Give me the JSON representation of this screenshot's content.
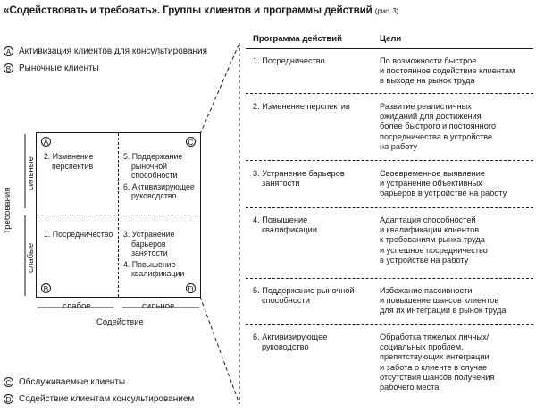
{
  "title": {
    "main": "«Содействовать и требовать». Группы клиентов и программы действий",
    "ref": "(рис. 3)"
  },
  "legend": [
    {
      "letter": "A",
      "text": "Активизация клиентов для консультирования"
    },
    {
      "letter": "B",
      "text": "Рыночные клиенты"
    },
    {
      "letter": "C",
      "text": "Обслуживаемые клиенты"
    },
    {
      "letter": "D",
      "text": "Содействие клиентам консультированием"
    }
  ],
  "matrix": {
    "y_axis_label": "Требования",
    "y_high": "сильные",
    "y_low": "слабые",
    "x_axis_label": "Содействие",
    "x_low": "слабое",
    "x_high": "сильное",
    "quadrants": [
      {
        "letter": "A",
        "lines": [
          "2. Изменение",
          "перспектив"
        ]
      },
      {
        "letter": "C",
        "lines": [
          "5. Поддержание",
          "рыночной",
          "способности",
          "6. Активизирующее",
          "руководство"
        ]
      },
      {
        "letter": "B",
        "lines": [
          "1. Посредничество"
        ]
      },
      {
        "letter": "D",
        "lines": [
          "3. Устранение",
          "барьеров",
          "занятости",
          "4. Повышение",
          "квалификации"
        ]
      }
    ]
  },
  "table": {
    "headers": [
      "Программа действий",
      "Цели"
    ],
    "rows": [
      {
        "program": [
          "1. Посредничество"
        ],
        "goals": [
          "По возможности быстрое",
          "и постоянное содействие клиентам",
          "в выходе на рынок труда"
        ]
      },
      {
        "program": [
          "2. Изменение перспектив"
        ],
        "goals": [
          "Развитие реалистичных",
          "ожиданий для достижения",
          "более быстрого и постоянного",
          "посредничества в устройстве",
          "на работу"
        ]
      },
      {
        "program": [
          "3. Устранение барьеров",
          "занятости"
        ],
        "goals": [
          "Своевременное выявление",
          "и устранение объективных",
          "барьеров в устройстве на работу"
        ]
      },
      {
        "program": [
          "4. Повышение",
          "квалификации"
        ],
        "goals": [
          "Адаптация способностей",
          "и квалификации клиентов",
          "к требованиям рынка труда",
          "и успешное посредничество",
          "в устройстве на работу"
        ]
      },
      {
        "program": [
          "5. Поддержание рыночной",
          "способности"
        ],
        "goals": [
          "Избежание пассивности",
          "и повышение шансов клиентов",
          "для их интеграции в рынок труда"
        ]
      },
      {
        "program": [
          "6. Активизирующее",
          "руководство"
        ],
        "goals": [
          "Обработка тяжелых личных/",
          "социальных проблем,",
          "препятствующих интеграции",
          "и забота о клиенте в случае",
          "отсутствия шансов получения",
          "рабочего места"
        ]
      }
    ]
  }
}
